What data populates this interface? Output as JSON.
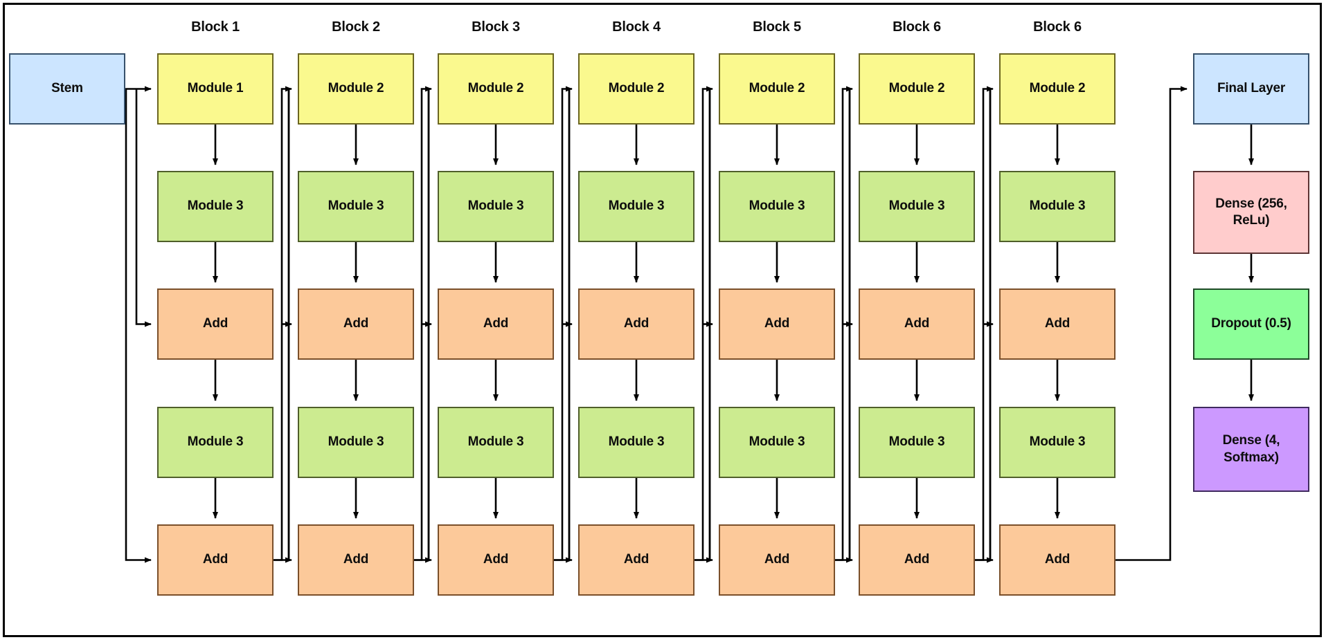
{
  "diagram": {
    "title": "Residual network architecture diagram",
    "frame": {
      "present": true
    },
    "colors": {
      "stem": "#cce5ff",
      "final_layer": "#cce5ff",
      "dense_relu": "#ffcccc",
      "dropout": "#8cff99",
      "dense_softmax": "#cc99ff",
      "module_top": "#faf98e",
      "module_mid": "#cceb90",
      "add": "#fcc99a",
      "edge": "#000000",
      "background": "#ffffff"
    },
    "stem": {
      "label": "Stem"
    },
    "column_titles": [
      "Block 1",
      "Block 2",
      "Block 3",
      "Block 4",
      "Block 5",
      "Block 6",
      "Block 6"
    ],
    "blocks": [
      {
        "title": "Block 1",
        "nodes": [
          {
            "label": "Module 1",
            "kind": "module-top"
          },
          {
            "label": "Module 3",
            "kind": "module-mid"
          },
          {
            "label": "Add",
            "kind": "add"
          },
          {
            "label": "Module 3",
            "kind": "module-mid"
          },
          {
            "label": "Add",
            "kind": "add"
          }
        ]
      },
      {
        "title": "Block 2",
        "nodes": [
          {
            "label": "Module 2",
            "kind": "module-top"
          },
          {
            "label": "Module 3",
            "kind": "module-mid"
          },
          {
            "label": "Add",
            "kind": "add"
          },
          {
            "label": "Module 3",
            "kind": "module-mid"
          },
          {
            "label": "Add",
            "kind": "add"
          }
        ]
      },
      {
        "title": "Block 3",
        "nodes": [
          {
            "label": "Module 2",
            "kind": "module-top"
          },
          {
            "label": "Module 3",
            "kind": "module-mid"
          },
          {
            "label": "Add",
            "kind": "add"
          },
          {
            "label": "Module 3",
            "kind": "module-mid"
          },
          {
            "label": "Add",
            "kind": "add"
          }
        ]
      },
      {
        "title": "Block 4",
        "nodes": [
          {
            "label": "Module 2",
            "kind": "module-top"
          },
          {
            "label": "Module 3",
            "kind": "module-mid"
          },
          {
            "label": "Add",
            "kind": "add"
          },
          {
            "label": "Module 3",
            "kind": "module-mid"
          },
          {
            "label": "Add",
            "kind": "add"
          }
        ]
      },
      {
        "title": "Block 5",
        "nodes": [
          {
            "label": "Module 2",
            "kind": "module-top"
          },
          {
            "label": "Module 3",
            "kind": "module-mid"
          },
          {
            "label": "Add",
            "kind": "add"
          },
          {
            "label": "Module 3",
            "kind": "module-mid"
          },
          {
            "label": "Add",
            "kind": "add"
          }
        ]
      },
      {
        "title": "Block 6",
        "nodes": [
          {
            "label": "Module 2",
            "kind": "module-top"
          },
          {
            "label": "Module 3",
            "kind": "module-mid"
          },
          {
            "label": "Add",
            "kind": "add"
          },
          {
            "label": "Module 3",
            "kind": "module-mid"
          },
          {
            "label": "Add",
            "kind": "add"
          }
        ]
      },
      {
        "title": "Block 6",
        "nodes": [
          {
            "label": "Module 2",
            "kind": "module-top"
          },
          {
            "label": "Module 3",
            "kind": "module-mid"
          },
          {
            "label": "Add",
            "kind": "add"
          },
          {
            "label": "Module 3",
            "kind": "module-mid"
          },
          {
            "label": "Add",
            "kind": "add"
          }
        ]
      }
    ],
    "head": {
      "nodes": [
        {
          "label": "Final Layer",
          "kind": "final"
        },
        {
          "label": "Dense (256, ReLu)",
          "line1": "Dense (256,",
          "line2": "ReLu)",
          "kind": "dense-relu"
        },
        {
          "label": "Dropout (0.5)",
          "kind": "dropout"
        },
        {
          "label": "Dense (4, Softmax)",
          "line1": "Dense (4,",
          "line2": "Softmax)",
          "kind": "dense-softmax"
        }
      ]
    }
  }
}
